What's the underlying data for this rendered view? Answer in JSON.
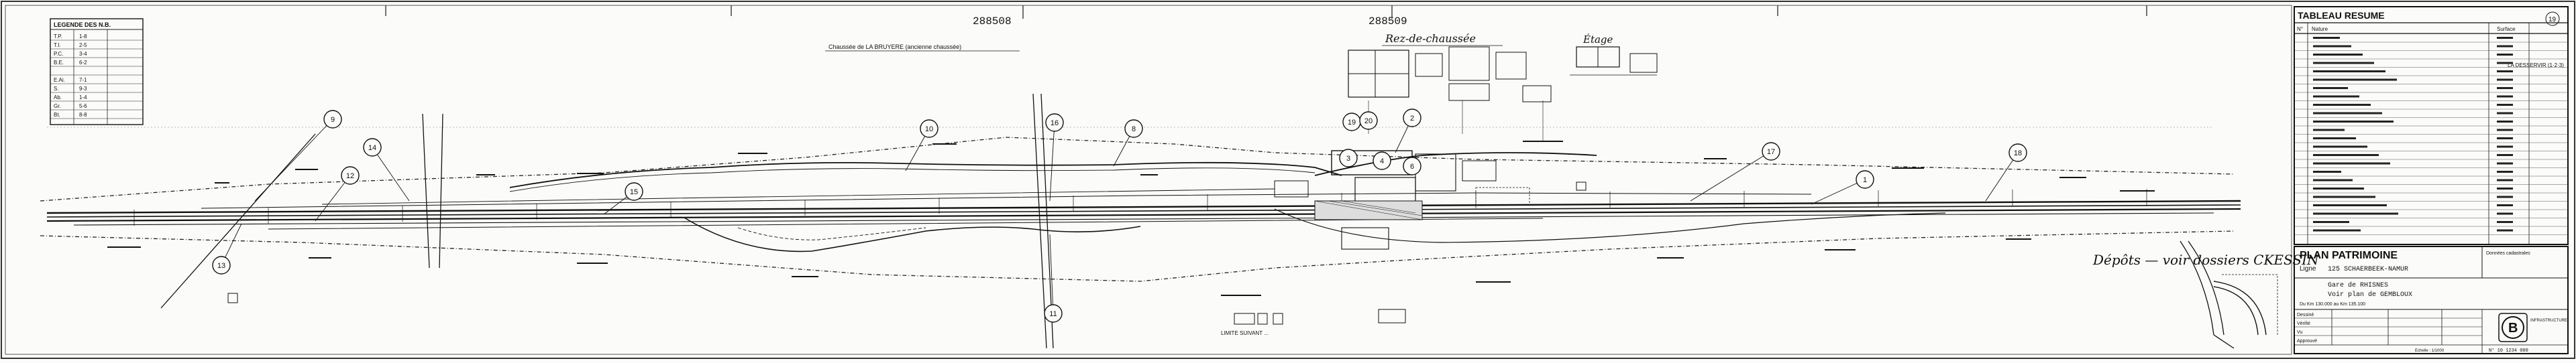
{
  "sheet": {
    "frame_numbers": [
      "288508",
      "288509"
    ],
    "ground_floor_label": "Rez-de-chaussée",
    "upper_floor_label": "Étage",
    "chaussee_label": "Chaussée de LA BRUYERE (ancienne chaussée)",
    "limit_note": "LIMITE SUIVANT ...",
    "handwritten_note": "Dépôts — voir dossiers CKESSIN",
    "corner_mark": "19"
  },
  "legend_table": {
    "title": "LEGENDE DES N.B.",
    "rows": [
      [
        "T.P.",
        "1-8"
      ],
      [
        "T.I.",
        "2-5"
      ],
      [
        "P.C.",
        "3-4"
      ],
      [
        "B.E.",
        "6-2"
      ],
      [
        "",
        ""
      ],
      [
        "E.Ai.",
        "7-1"
      ],
      [
        "S.",
        "9-3"
      ],
      [
        "Ab.",
        "1-4"
      ],
      [
        "Gr.",
        "5-6"
      ],
      [
        "Bt.",
        "8-8"
      ]
    ]
  },
  "callouts": [
    {
      "n": "9"
    },
    {
      "n": "12"
    },
    {
      "n": "14"
    },
    {
      "n": "13"
    },
    {
      "n": "15"
    },
    {
      "n": "16"
    },
    {
      "n": "10"
    },
    {
      "n": "8"
    },
    {
      "n": "11"
    },
    {
      "n": "19"
    },
    {
      "n": "20"
    },
    {
      "n": "2"
    },
    {
      "n": "3"
    },
    {
      "n": "4"
    },
    {
      "n": "6"
    },
    {
      "n": "17"
    },
    {
      "n": "1"
    },
    {
      "n": "18"
    }
  ],
  "resume": {
    "title": "TABLEAU RESUME",
    "header_no": "N°",
    "header_nature": "Nature",
    "header_surface": "Surface",
    "bracket_note": "LA DESSERVIR (1·2·3)",
    "rows_count": 24
  },
  "title_block": {
    "title": "PLAN PATRIMOINE",
    "ligne_label": "Ligne",
    "ligne_value": "125 SCHAERBEEK-NAMUR",
    "line2": "Gare de RHISNES",
    "line3": "Voir plan de GEMBLOUX",
    "sub": "Du Km 130.000 au Km 135.100",
    "right_box": "Données cadastrales",
    "table_rows": [
      "Dessiné",
      "Vérifié",
      "Vu",
      "Approuvé"
    ],
    "logo_letter": "B",
    "org": "INFRASTRUCTURE",
    "scale_label": "Echelle : 1/1000",
    "plan_no": "N° 10 1234 000"
  }
}
